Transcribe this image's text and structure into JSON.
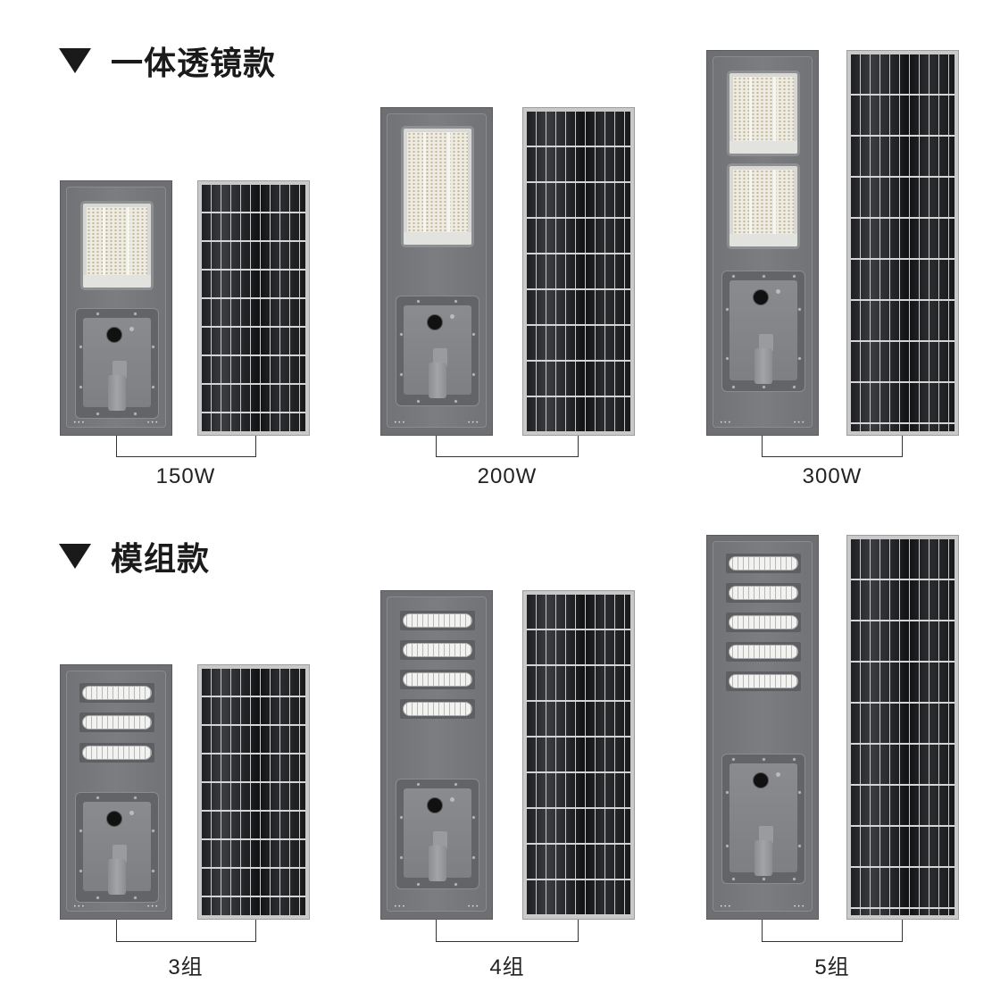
{
  "sections": [
    {
      "heading": "一体透镜款",
      "heading_icon": "triangle-down-icon",
      "products": [
        {
          "label": "150W",
          "type": "lens",
          "lens_count": 1
        },
        {
          "label": "200W",
          "type": "lens",
          "lens_count": 1
        },
        {
          "label": "300W",
          "type": "lens",
          "lens_count": 2
        }
      ]
    },
    {
      "heading": "模组款",
      "heading_icon": "triangle-down-icon",
      "products": [
        {
          "label": "3组",
          "type": "module",
          "module_count": 3
        },
        {
          "label": "4组",
          "type": "module",
          "module_count": 4
        },
        {
          "label": "5组",
          "type": "module",
          "module_count": 5
        }
      ]
    }
  ],
  "colors": {
    "lamp_body": "#6e6f72",
    "solar_cells": "#1e1f22",
    "panel_frame": "#c9c9c9",
    "heading_text": "#1a1a1a"
  }
}
